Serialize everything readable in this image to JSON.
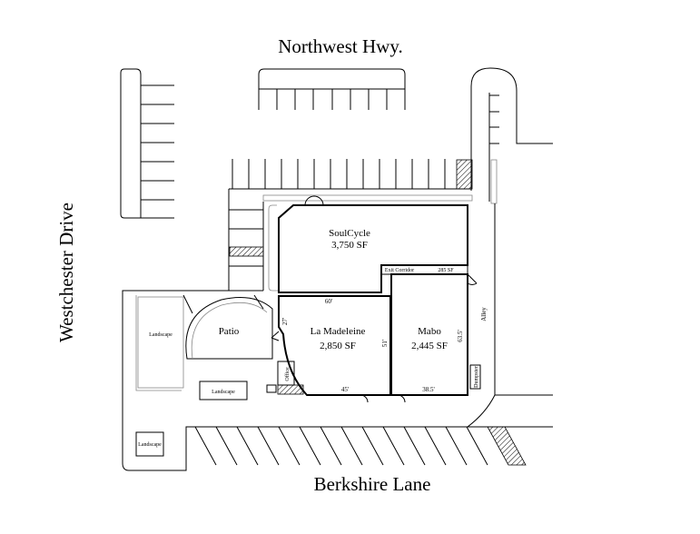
{
  "streets": {
    "north": "Northwest Hwy.",
    "west": "Westchester Drive",
    "south": "Berkshire Lane",
    "east_alley": "Alley"
  },
  "tenants": {
    "soulcycle": {
      "name": "SoulCycle",
      "area": "3,750 SF"
    },
    "lamadeleine": {
      "name": "La Madeleine",
      "area": "2,850 SF"
    },
    "mabo": {
      "name": "Mabo",
      "area": "2,445 SF"
    },
    "corridor": {
      "name": "Exit Corridor",
      "area": "285 SF"
    }
  },
  "dimensions": {
    "soulcycle_width": "60'",
    "lamadeleine_side": "27'",
    "lamadeleine_depth": "51'",
    "lamadeleine_front": "45'",
    "mabo_depth": "63.5'",
    "mabo_front": "38.5'"
  },
  "features": {
    "patio": "Patio",
    "landscape_west": "Landscape",
    "landscape_center": "Landscape",
    "landscape_south": "Landscape",
    "office": "Office",
    "dumpster": "Dumpster"
  }
}
